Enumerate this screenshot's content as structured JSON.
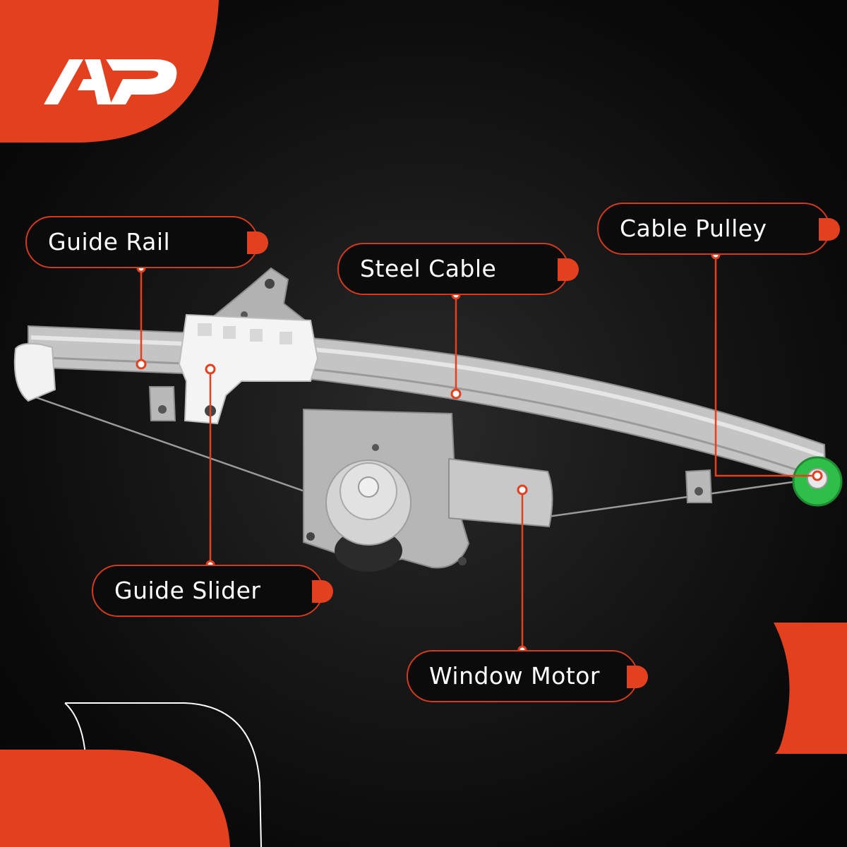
{
  "brand": {
    "logo_text": "AP",
    "accent_color": "#e2401f",
    "background_color": "#101010"
  },
  "callouts": [
    {
      "id": "guide-rail",
      "label": "Guide Rail"
    },
    {
      "id": "steel-cable",
      "label": "Steel Cable"
    },
    {
      "id": "cable-pulley",
      "label": "Cable Pulley"
    },
    {
      "id": "guide-slider",
      "label": "Guide Slider"
    },
    {
      "id": "window-motor",
      "label": "Window Motor"
    }
  ]
}
